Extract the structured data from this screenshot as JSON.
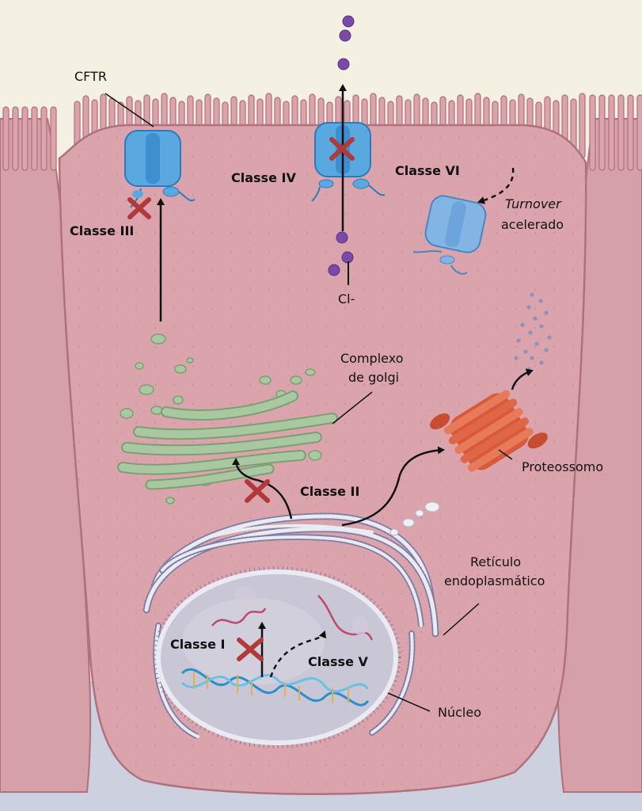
{
  "labels": {
    "cftr": "CFTR",
    "classe_iii": "Classe III",
    "classe_iv": "Classe IV",
    "classe_vi": "Classe VI",
    "turnover_it": "Turnover",
    "acelerado": "acelerado",
    "chloride": "Cl-",
    "complexo": "Complexo",
    "de_golgi": "de golgi",
    "classe_ii": "Classe II",
    "proteossomo": "Proteossomo",
    "reticulo": "Retículo",
    "endoplasmatico": "endoplasmático",
    "classe_i": "Classe I",
    "classe_v": "Classe V",
    "nucleo": "Núcleo"
  },
  "colors": {
    "background": "#f4f1e3",
    "cell": "#dba4ad",
    "cell_border": "#b0707c",
    "protein": "#5aa8e0",
    "golgi": "#a9c8a2",
    "proteasome": "#e06648",
    "nucleus": "#c9c6d6",
    "dna_blue": "#2b8fc8",
    "rna": "#c0486a",
    "inhibition_x": "#b03a3a",
    "chloride": "#7a4aa6"
  }
}
